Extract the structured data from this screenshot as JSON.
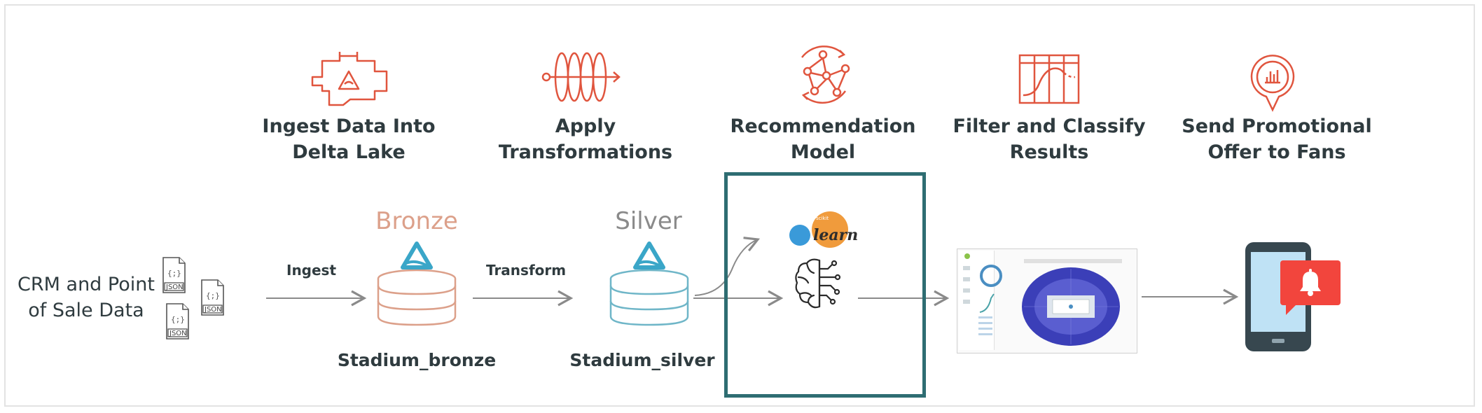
{
  "steps": [
    {
      "title": "Ingest Data Into\nDelta Lake"
    },
    {
      "title": "Apply\nTransformations"
    },
    {
      "title": "Recommendation\nModel"
    },
    {
      "title": "Filter and Classify\nResults"
    },
    {
      "title": "Send Promotional\nOffer to Fans"
    }
  ],
  "source": {
    "label": "CRM and Point\nof Sale Data",
    "file_label": "JSON"
  },
  "edges": {
    "ingest": "Ingest",
    "transform": "Transform"
  },
  "bronze": {
    "tier": "Bronze",
    "table": "Stadium_bronze"
  },
  "silver": {
    "tier": "Silver",
    "table": "Stadium_silver"
  },
  "model": {
    "library_logo_text": "learn"
  },
  "colors": {
    "accent": "#e0553e",
    "bronze": "#dca08a",
    "silver": "#6fb6c8",
    "delta": "#3aa6c8",
    "highlight": "#2e6d72",
    "phone": "#37474f",
    "alert": "#f2453d"
  }
}
